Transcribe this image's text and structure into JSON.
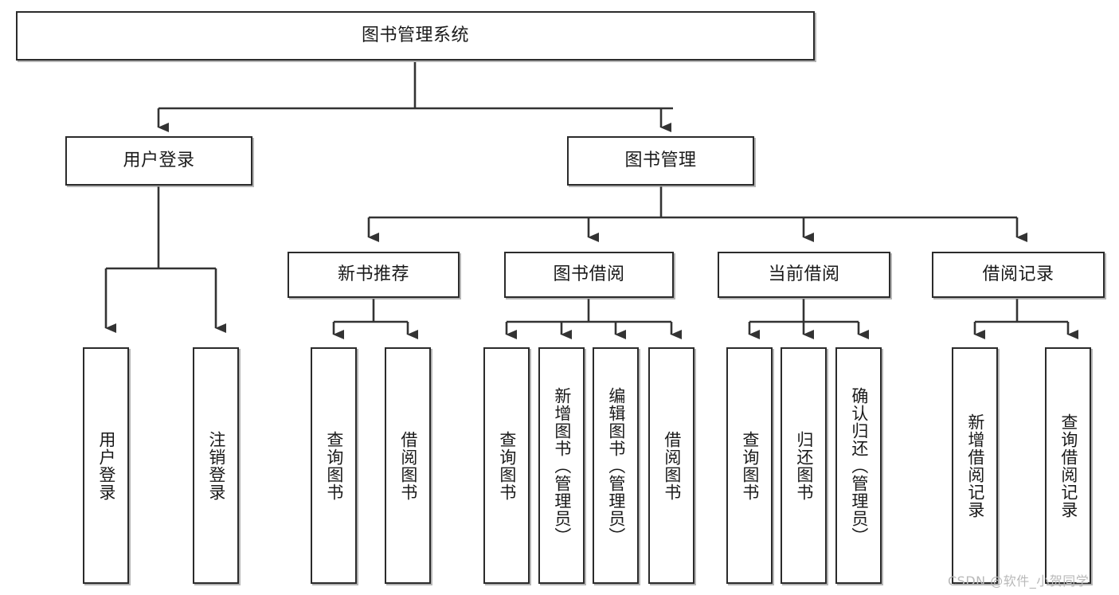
{
  "diagram": {
    "title": "图书管理系统",
    "type": "tree-hierarchy",
    "orientation": "top-down",
    "colors": {
      "node_border": "#2b2b2b",
      "node_fill": "#ffffff",
      "edge": "#333333",
      "text": "#1a1a1a",
      "watermark": "#b9b9b9"
    }
  },
  "nodes": {
    "root": {
      "label": "图书管理系统",
      "level": 0
    },
    "level1": [
      {
        "id": "user-login",
        "label": "用户登录"
      },
      {
        "id": "book-management",
        "label": "图书管理"
      }
    ],
    "level2": [
      {
        "id": "new-book-recommend",
        "label": "新书推荐",
        "parent": "book-management"
      },
      {
        "id": "book-borrow",
        "label": "图书借阅",
        "parent": "book-management"
      },
      {
        "id": "current-borrow",
        "label": "当前借阅",
        "parent": "book-management"
      },
      {
        "id": "borrow-record",
        "label": "借阅记录",
        "parent": "book-management"
      }
    ],
    "leaves": [
      {
        "id": "leaf-user-login",
        "label": "用户登录",
        "parent": "user-login"
      },
      {
        "id": "leaf-logout-login",
        "label": "注销登录",
        "parent": "user-login"
      },
      {
        "id": "leaf-query-book-1",
        "label": "查询图书",
        "parent": "new-book-recommend"
      },
      {
        "id": "leaf-borrow-book-1",
        "label": "借阅图书",
        "parent": "new-book-recommend"
      },
      {
        "id": "leaf-query-book-2",
        "label": "查询图书",
        "parent": "book-borrow"
      },
      {
        "id": "leaf-add-book",
        "label": "新增图书（管理员）",
        "parent": "book-borrow"
      },
      {
        "id": "leaf-edit-book",
        "label": "编辑图书（管理员）",
        "parent": "book-borrow"
      },
      {
        "id": "leaf-borrow-book-2",
        "label": "借阅图书",
        "parent": "book-borrow"
      },
      {
        "id": "leaf-query-book-3",
        "label": "查询图书",
        "parent": "current-borrow"
      },
      {
        "id": "leaf-return-book",
        "label": "归还图书",
        "parent": "current-borrow"
      },
      {
        "id": "leaf-confirm-return",
        "label": "确认归还（管理员）",
        "parent": "current-borrow"
      },
      {
        "id": "leaf-add-record",
        "label": "新增借阅记录",
        "parent": "borrow-record"
      },
      {
        "id": "leaf-query-record",
        "label": "查询借阅记录",
        "parent": "borrow-record"
      }
    ]
  },
  "watermark": {
    "text": "CSDN @软件_小贺同学"
  }
}
